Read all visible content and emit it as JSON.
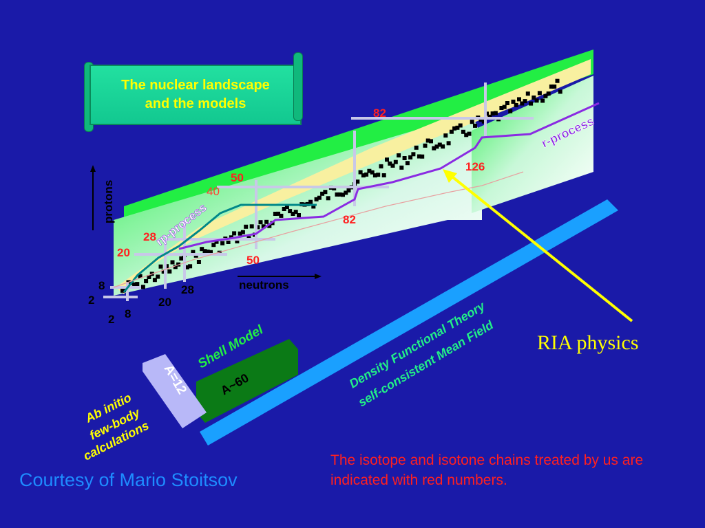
{
  "title_box": {
    "line1": "The nuclear landscape",
    "line2": "and the models"
  },
  "axes": {
    "y_label": "protons",
    "x_label": "neutrons"
  },
  "magic_numbers": {
    "red": [
      "82",
      "50",
      "126",
      "82",
      "28",
      "20",
      "50"
    ],
    "orange_40": "40",
    "black": [
      "8",
      "2",
      "28",
      "20",
      "2",
      "8"
    ]
  },
  "process_labels": {
    "r_process": "r-process",
    "rp_process": "rp-process"
  },
  "model_labels": {
    "ab_initio": [
      "Ab initio",
      "few-body",
      "calculations"
    ],
    "a12": "A=12",
    "shell_model": "Shell  Model",
    "a60": "A~60",
    "dft": [
      "Density Functional Theory",
      "self-consistent Mean Field"
    ]
  },
  "ria": "RIA physics",
  "note": "The isotope and isotone chains treated by us are indicated with red numbers.",
  "courtesy": "Courtesy of Mario Stoitsov",
  "colors": {
    "background": "#1a1aa8",
    "red_text": "#ff2020",
    "yellow": "#ffff00",
    "green_band": "#22ee44",
    "chart_fill": "#f8f0a0",
    "blue_bar": "#1aa0ff",
    "dft_text": "#22ee88",
    "process_purple": "#8a2be2"
  }
}
